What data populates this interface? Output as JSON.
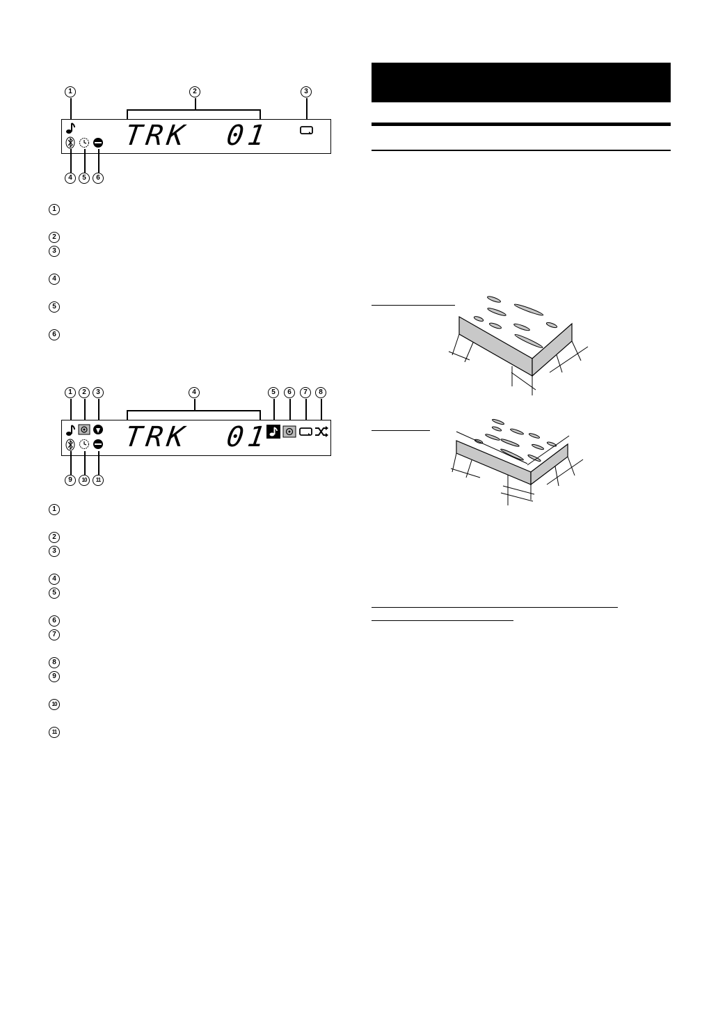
{
  "display1": {
    "callouts": [
      "1",
      "2",
      "3",
      "4",
      "5",
      "6"
    ],
    "segment_left": "TRK",
    "segment_right": "01",
    "legend": [
      "1",
      "2",
      "3",
      "4",
      "5",
      "6"
    ]
  },
  "display2": {
    "callouts_top": [
      "1",
      "2",
      "3",
      "4",
      "5",
      "6",
      "7",
      "8"
    ],
    "callouts_bottom": [
      "9",
      "10",
      "11"
    ],
    "segment_left": "TRK",
    "segment_right": "01",
    "legend": [
      "1",
      "2",
      "3",
      "4",
      "5",
      "6",
      "7",
      "8",
      "9",
      "10",
      "11"
    ]
  },
  "icons": [
    "music-note-icon",
    "bluetooth-icon",
    "clock-icon",
    "disc-icon",
    "repeat-icon",
    "shuffle-icon",
    "phone-icon",
    "pin-icon",
    "ipod-icon"
  ],
  "colors": {
    "ink": "#000000",
    "fill_gray": "#c8c8c8",
    "paper": "#ffffff"
  }
}
